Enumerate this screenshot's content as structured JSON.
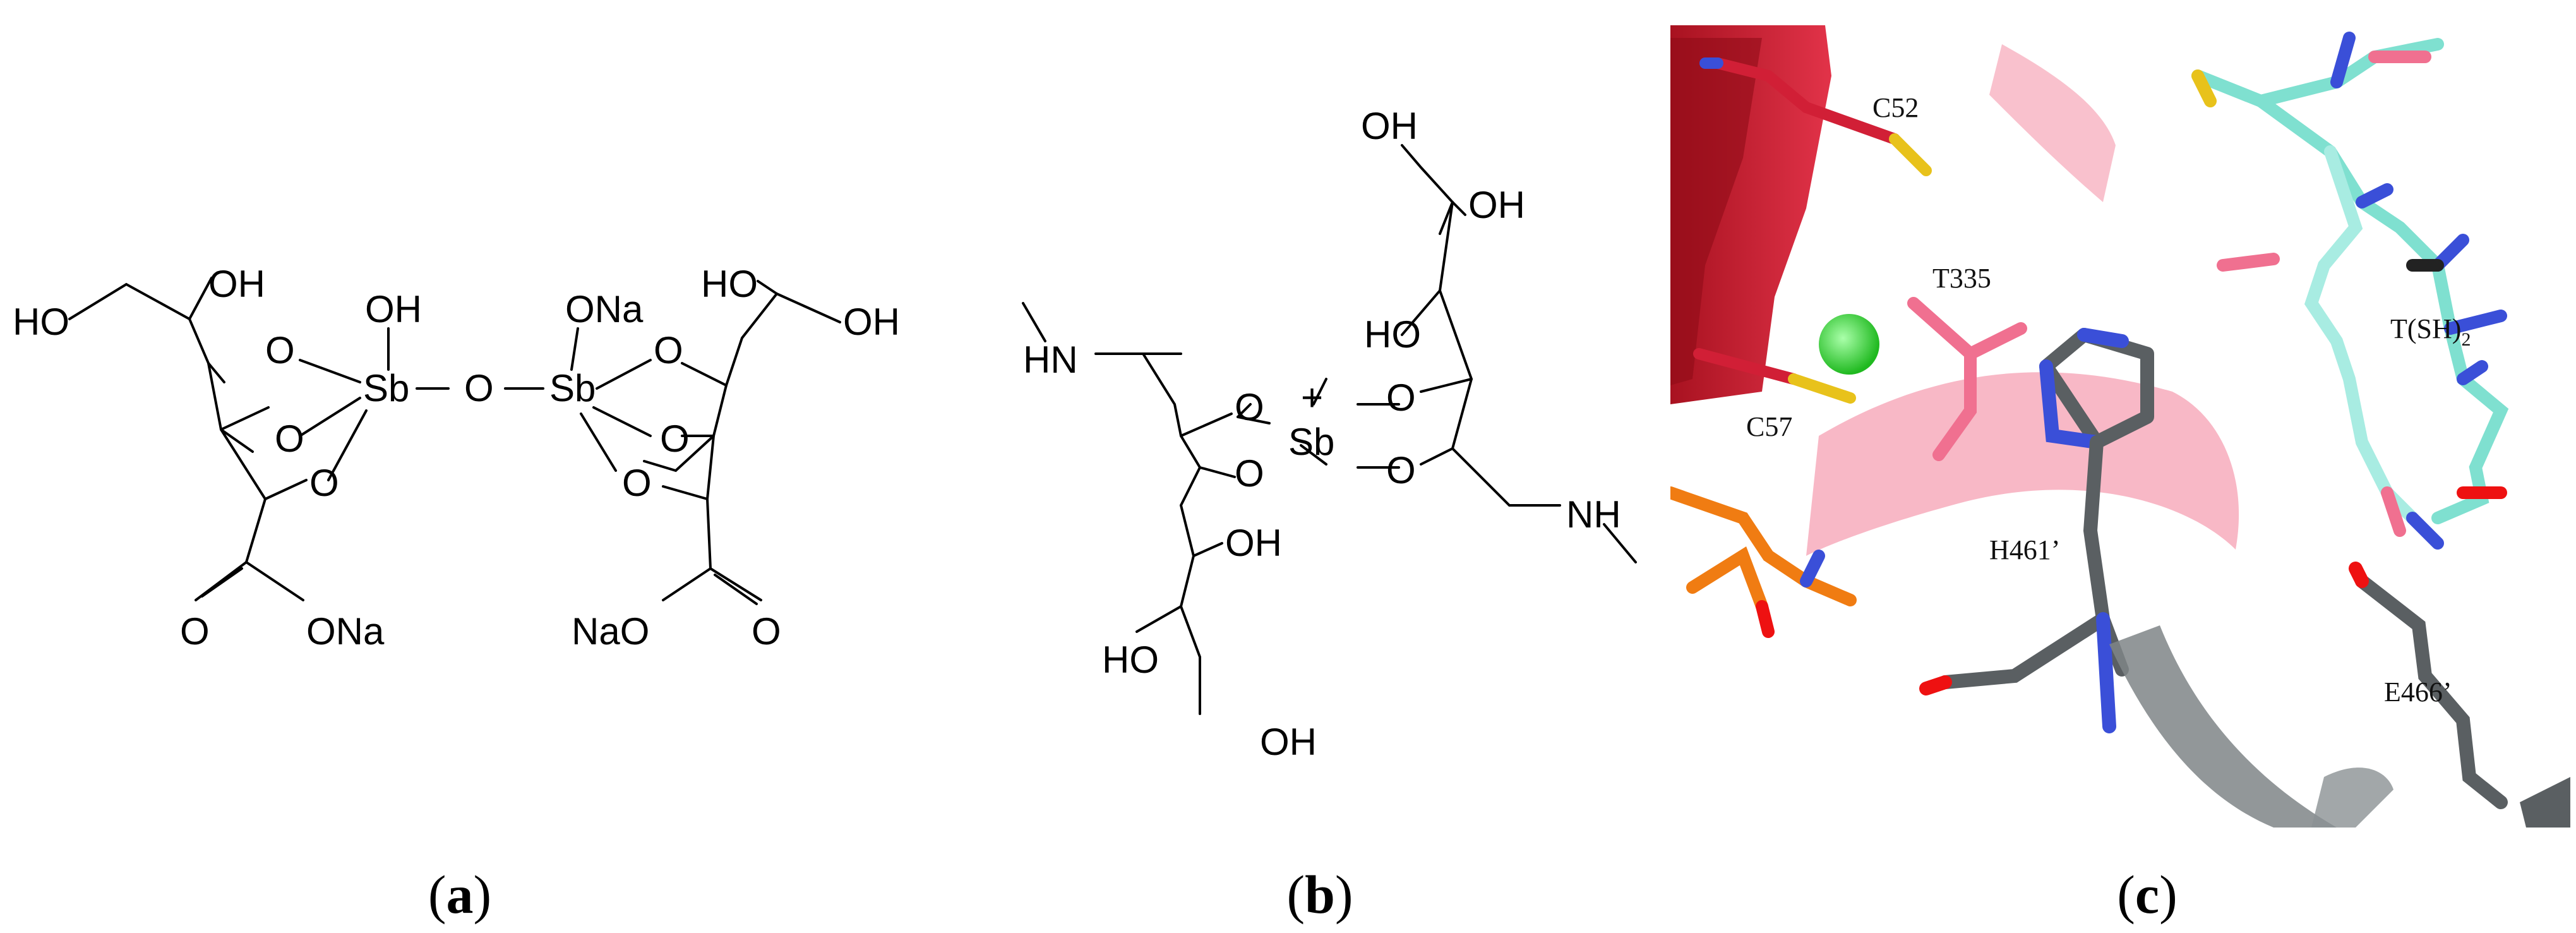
{
  "panels": [
    {
      "label_open": "(",
      "label_letter": "a",
      "label_close": ")"
    },
    {
      "label_open": "(",
      "label_letter": "b",
      "label_close": ")"
    },
    {
      "label_open": "(",
      "label_letter": "c",
      "label_close": ")"
    }
  ],
  "structure_a": {
    "atoms": {
      "ho_left": "HO",
      "oh_top": "OH",
      "oh_sb1": "OH",
      "sb1": "Sb",
      "o_bridge": "O",
      "sb2": "Sb",
      "ona_top": "ONa",
      "ho_right": "HO",
      "oh_right": "OH",
      "o1": "O",
      "o2": "O",
      "o3": "O",
      "o4": "O",
      "o5": "O",
      "o6": "O",
      "o_carb_l": "O",
      "ona_l": "ONa",
      "na_o_r": "NaO",
      "o_carb_r": "O"
    }
  },
  "structure_b": {
    "atoms": {
      "oh_top": "OH",
      "oh_top2": "OH",
      "ho_mid": "HO",
      "hn": "HN",
      "sb": "Sb",
      "plus": "+",
      "o1": "O",
      "o2": "O",
      "o3": "O",
      "o4": "O",
      "nh": "NH",
      "oh_low": "OH",
      "ho_low": "HO",
      "oh_bottom": "OH"
    }
  },
  "structure_c": {
    "residues": {
      "c52": "C52",
      "t335": "T335",
      "c57": "C57",
      "h461": "H461’",
      "tsh2_main": "T(SH)",
      "tsh2_sub": "2",
      "e466": "E466’"
    },
    "colors": {
      "red_chain": "#d11f36",
      "pink": "#f07090",
      "cyan": "#7fe0d0",
      "gray": "#5a5f62",
      "green_ion": "#1fd21f",
      "orange": "#f07c12",
      "yellow": "#e8c21b",
      "blue": "#3a4fd8",
      "oxygen": "#ee1111"
    }
  }
}
